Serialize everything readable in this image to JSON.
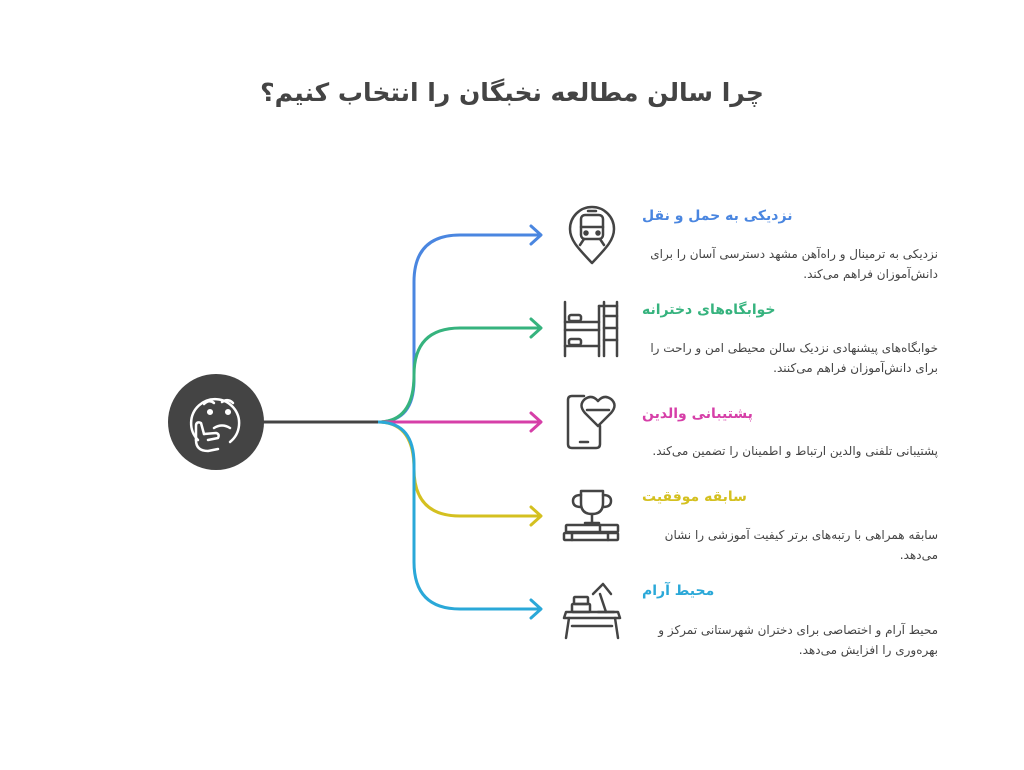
{
  "title": "چرا سالن مطالعه نخبگان را انتخاب کنیم؟",
  "center": {
    "icon": "thinking-face-icon"
  },
  "items": [
    {
      "title": "نزدیکی به حمل و نقل",
      "description": "نزدیکی به ترمینال و راه‌آهن مشهد دسترسی آسان را برای دانش‌آموزان فراهم می‌کند.",
      "icon": "train-location-icon",
      "color": "#4a86e0"
    },
    {
      "title": "خوابگاه‌های دخترانه",
      "description": "خوابگاه‌های پیشنهادی نزدیک سالن محیطی امن و راحت را برای دانش‌آموزان فراهم می‌کنند.",
      "icon": "bunk-bed-icon",
      "color": "#36b37e"
    },
    {
      "title": "پشتیبانی والدین",
      "description": "پشتیبانی تلفنی والدین ارتباط و اطمینان را تضمین می‌کند.",
      "icon": "phone-heart-icon",
      "color": "#d63fa8"
    },
    {
      "title": "سابقه موفقیت",
      "description": "سابقه همراهی با رتبه‌های برتر کیفیت آموزشی را نشان می‌دهد.",
      "icon": "trophy-books-icon",
      "color": "#d4c020"
    },
    {
      "title": "محیط آرام",
      "description": "محیط آرام و اختصاصی برای دختران شهرستانی تمرکز و بهره‌وری را افزایش می‌دهد.",
      "icon": "study-desk-icon",
      "color": "#2aa8d8"
    }
  ]
}
